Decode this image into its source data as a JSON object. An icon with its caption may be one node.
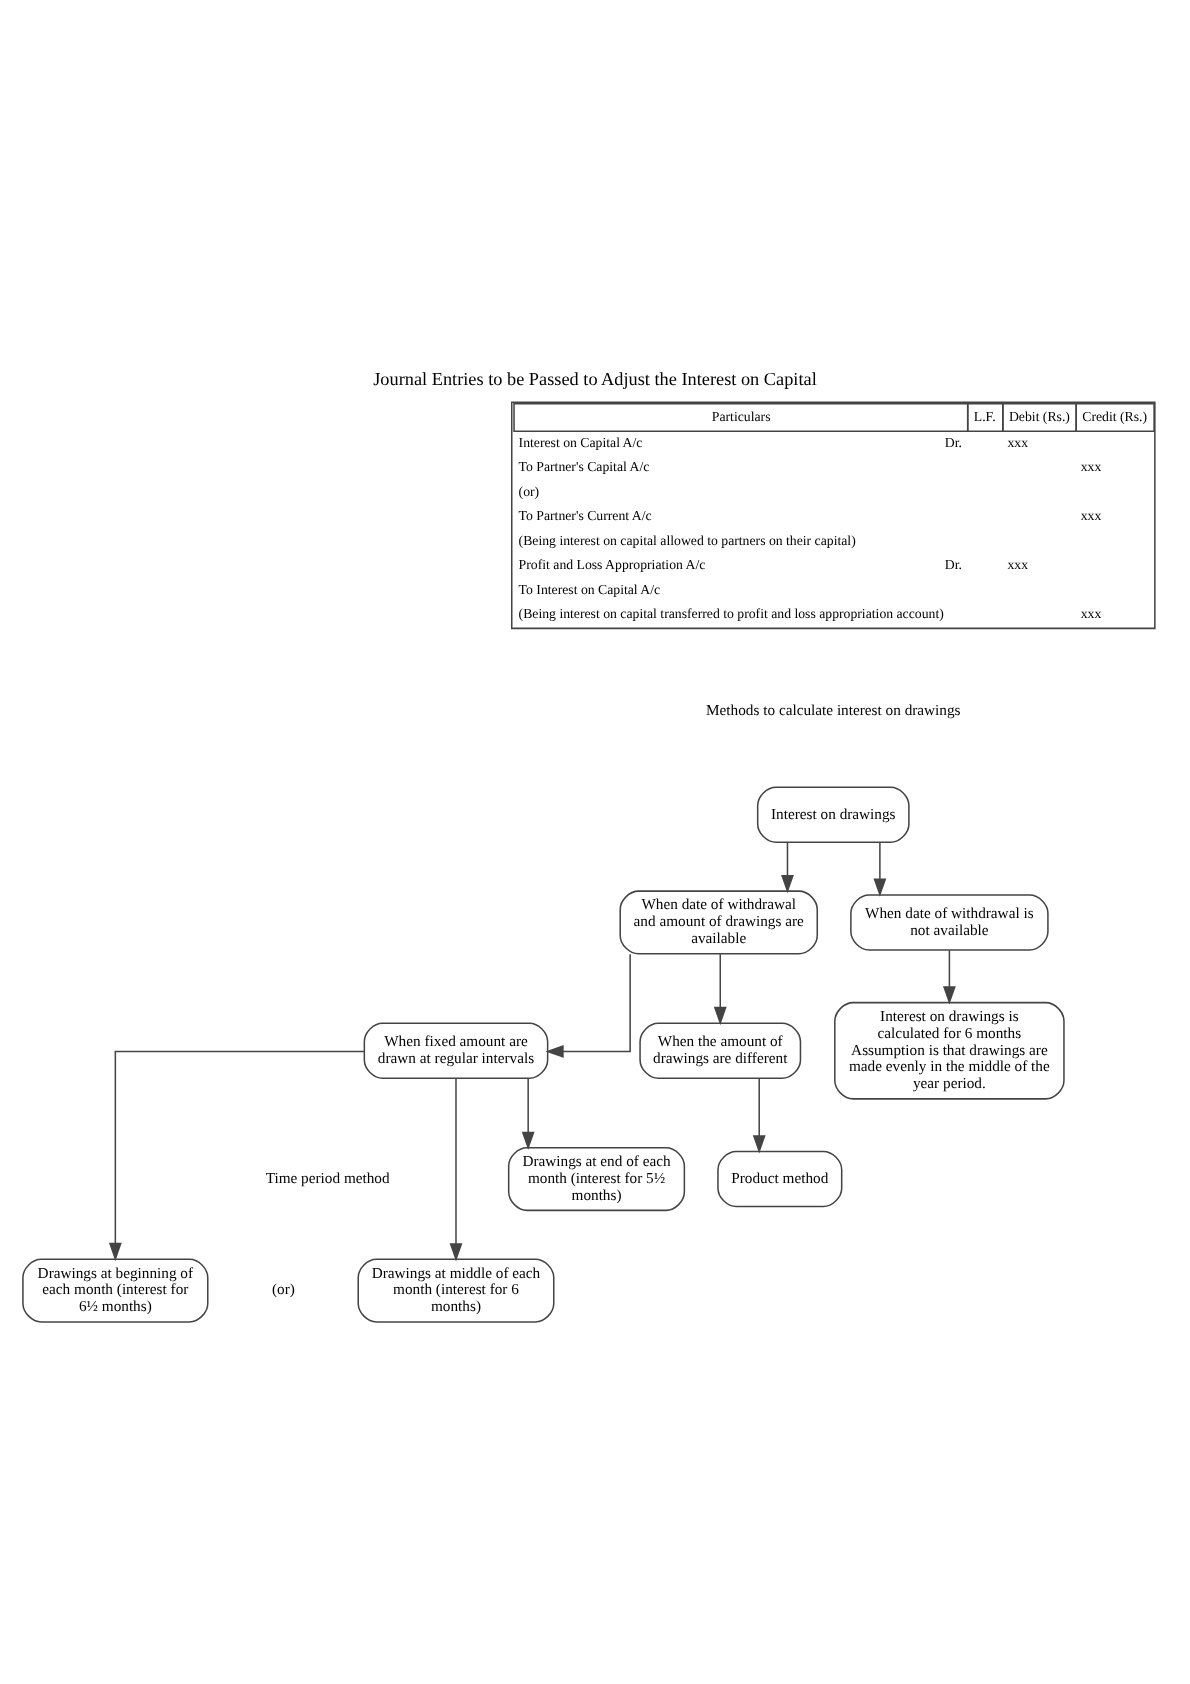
{
  "diagram": {
    "title": "Journal Entries to be Passed to Adjust the Interest on Capital",
    "nodes": [
      {
        "text": [
          "Interest on drawings"
        ]
      },
      {
        "text": [
          "When date of withdrawal and amount of drawings are available"
        ]
      },
      {
        "text": [
          "When date of withdrawal is not available"
        ]
      },
      {
        "text": [
          "Interest on drawings is calculated for 6 months Assumption is that drawings are made evenly in the middle of the year period."
        ]
      },
      {
        "text": [
          "When the amount of drawings are different"
        ]
      },
      {
        "text": [
          "When fixed amount are drawn at regular intervals"
        ]
      },
      {
        "text": [
          "Product method"
        ]
      },
      {
        "text": [
          "Drawings at beginning of each month (interest for 6½ months)"
        ]
      },
      {
        "text": [
          "Drawings at middle of each month (interest for 6 months)"
        ]
      },
      {
        "text": [
          "Drawings at end of each month (interest for 5½ months)"
        ]
      }
    ],
    "edges": [
      {
        "from": 0,
        "to": 1,
        "arrow": "to"
      },
      {
        "from": 0,
        "to": 2,
        "arrow": "to"
      },
      {
        "from": 2,
        "to": 3,
        "arrow": "to"
      },
      {
        "from": 1,
        "to": 4,
        "arrow": "to"
      },
      {
        "from": 1,
        "to": 5,
        "arrow": "to"
      },
      {
        "from": 4,
        "to": 6,
        "arrow": "to"
      },
      {
        "from": 5,
        "to": 7,
        "arrow": "to"
      },
      {
        "from": 5,
        "to": 8,
        "arrow": "to"
      },
      {
        "from": 5,
        "to": 9,
        "arrow": "to"
      }
    ],
    "labels": [
      "Particulars",
      "L.F.",
      "Debit (Rs.)",
      "Credit (Rs.)",
      "Interest on Capital A/c",
      "Dr.",
      "xxx",
      "To Partner's Capital A/c",
      "xxx",
      "(or)",
      "To Partner's Current A/c",
      "xxx",
      "(Being interest on capital allowed to partners on their capital)",
      "Profit and Loss Appropriation A/c",
      "Dr.",
      "xxx",
      "To Interest on Capital A/c",
      "(Being interest on capital transferred to profit and loss appropriation account)",
      "xxx",
      "Methods to calculate interest on drawings",
      "Time period method",
      "(or)"
    ]
  }
}
